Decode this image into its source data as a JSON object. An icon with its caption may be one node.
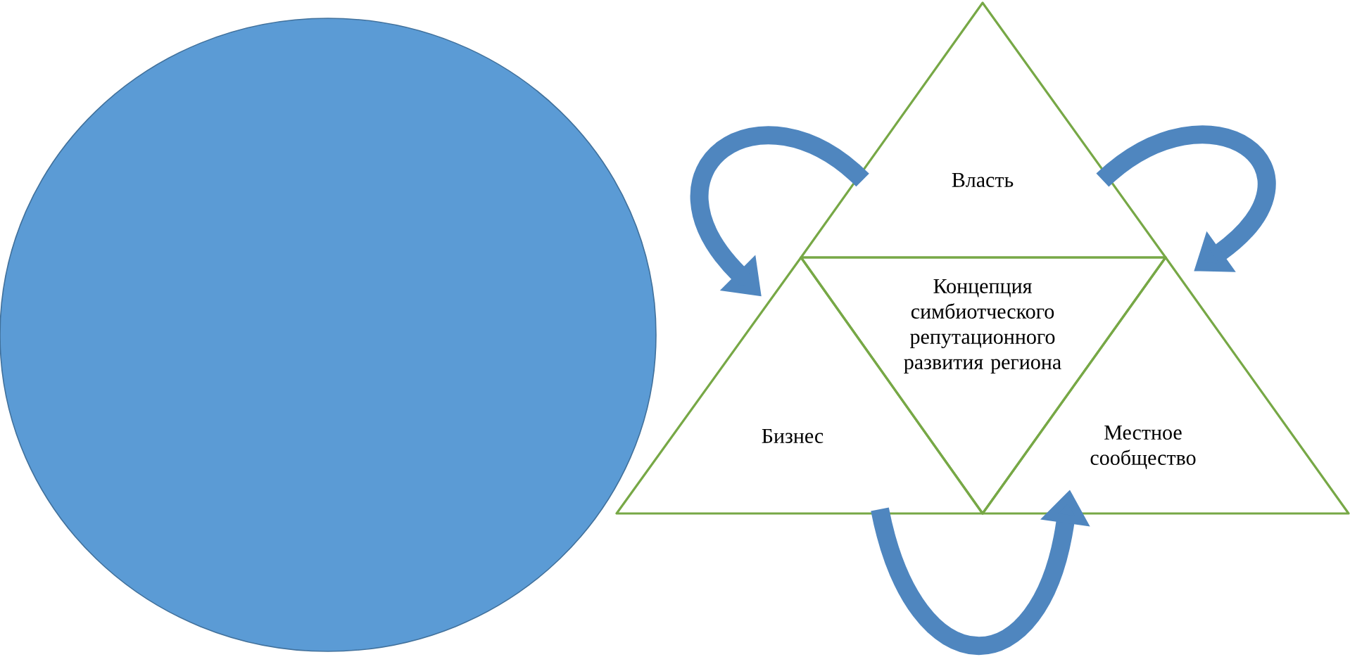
{
  "diagram": {
    "nodes": [
      {
        "text": [],
        "shape": "circle"
      },
      {
        "text": [
          "Власть"
        ]
      },
      {
        "text": [
          "Бизнес"
        ]
      },
      {
        "text": [
          "Концепция симбиотческого репутационного развития региона"
        ]
      },
      {
        "text": [
          "Местное сообщество"
        ]
      }
    ],
    "edges": [
      {
        "from": 1,
        "to": 2,
        "arrow": "to"
      },
      {
        "from": 1,
        "to": 4,
        "arrow": "to"
      },
      {
        "from": 2,
        "to": 4,
        "arrow": "to"
      }
    ]
  }
}
